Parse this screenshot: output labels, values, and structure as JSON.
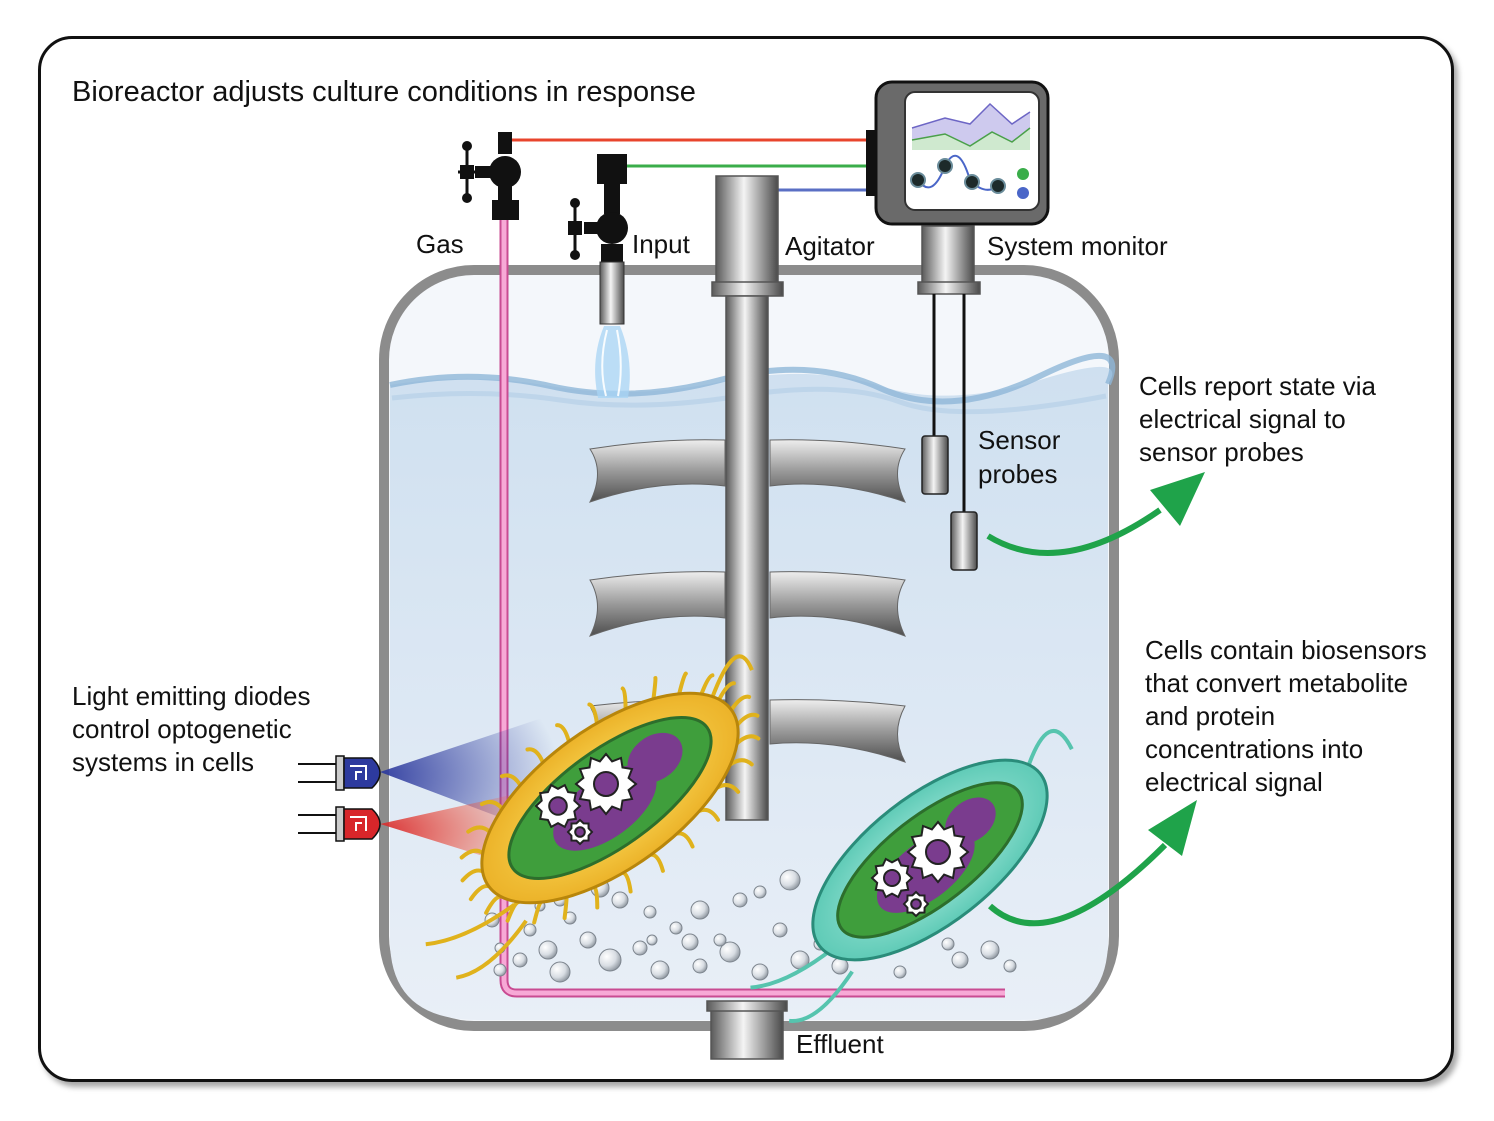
{
  "title": "Bioreactor adjusts culture conditions in response",
  "labels": {
    "gas": "Gas",
    "input": "Input",
    "agitator": "Agitator",
    "system_monitor": "System monitor",
    "sensor_probes_1": "Sensor",
    "sensor_probes_2": "probes",
    "effluent": "Effluent"
  },
  "annotations": {
    "report": [
      "Cells report state via",
      "electrical signal to",
      "sensor probes"
    ],
    "biosensors": [
      "Cells contain biosensors",
      "that convert metabolite",
      "and protein",
      "concentrations into",
      "electrical signal"
    ],
    "leds": [
      "Light emitting diodes",
      "control optogenetic",
      "systems in cells"
    ]
  },
  "colors": {
    "red_line": "#e8442c",
    "green_line": "#3aad4a",
    "blue_line": "#5a6fc4",
    "gas_tube": "#f07fc0",
    "arrow_green": "#1fa34a",
    "liquid": "#dde8f4",
    "led_blue": "#2d3a9e",
    "led_red": "#d8262a"
  }
}
